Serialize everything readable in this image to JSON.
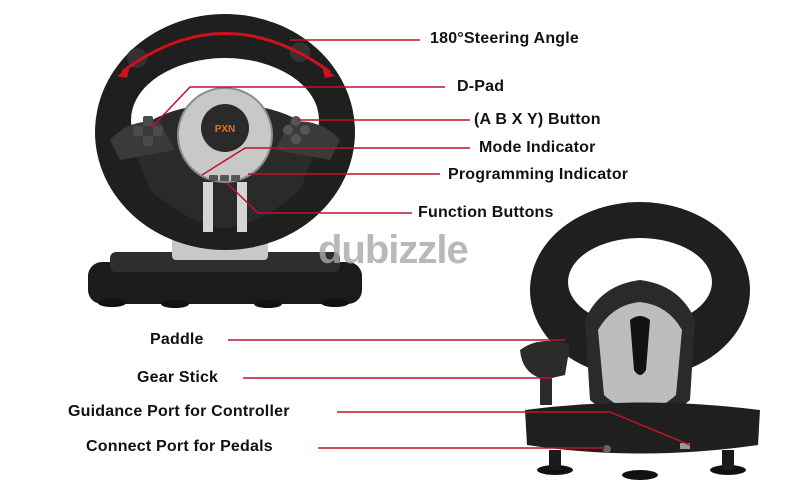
{
  "front_labels": [
    {
      "id": "steering-angle",
      "text": "180°Steering Angle"
    },
    {
      "id": "d-pad",
      "text": "D-Pad"
    },
    {
      "id": "abxy",
      "text": "(A B X Y) Button"
    },
    {
      "id": "mode",
      "text": "Mode Indicator"
    },
    {
      "id": "programming",
      "text": "Programming Indicator"
    },
    {
      "id": "function",
      "text": "Function Buttons"
    }
  ],
  "back_labels": [
    {
      "id": "paddle",
      "text": "Paddle"
    },
    {
      "id": "gear",
      "text": "Gear Stick"
    },
    {
      "id": "guidance",
      "text": "Guidance Port for Controller"
    },
    {
      "id": "pedals",
      "text": "Connect Port for Pedals"
    }
  ],
  "watermark": "dubizzle",
  "logo_text": "PXN",
  "colors": {
    "callout_line": "#c0102a",
    "arrow": "#d0101a",
    "wheel": "#1e1e1e",
    "silver": "#b8b8b8",
    "logo": "#e87020"
  }
}
